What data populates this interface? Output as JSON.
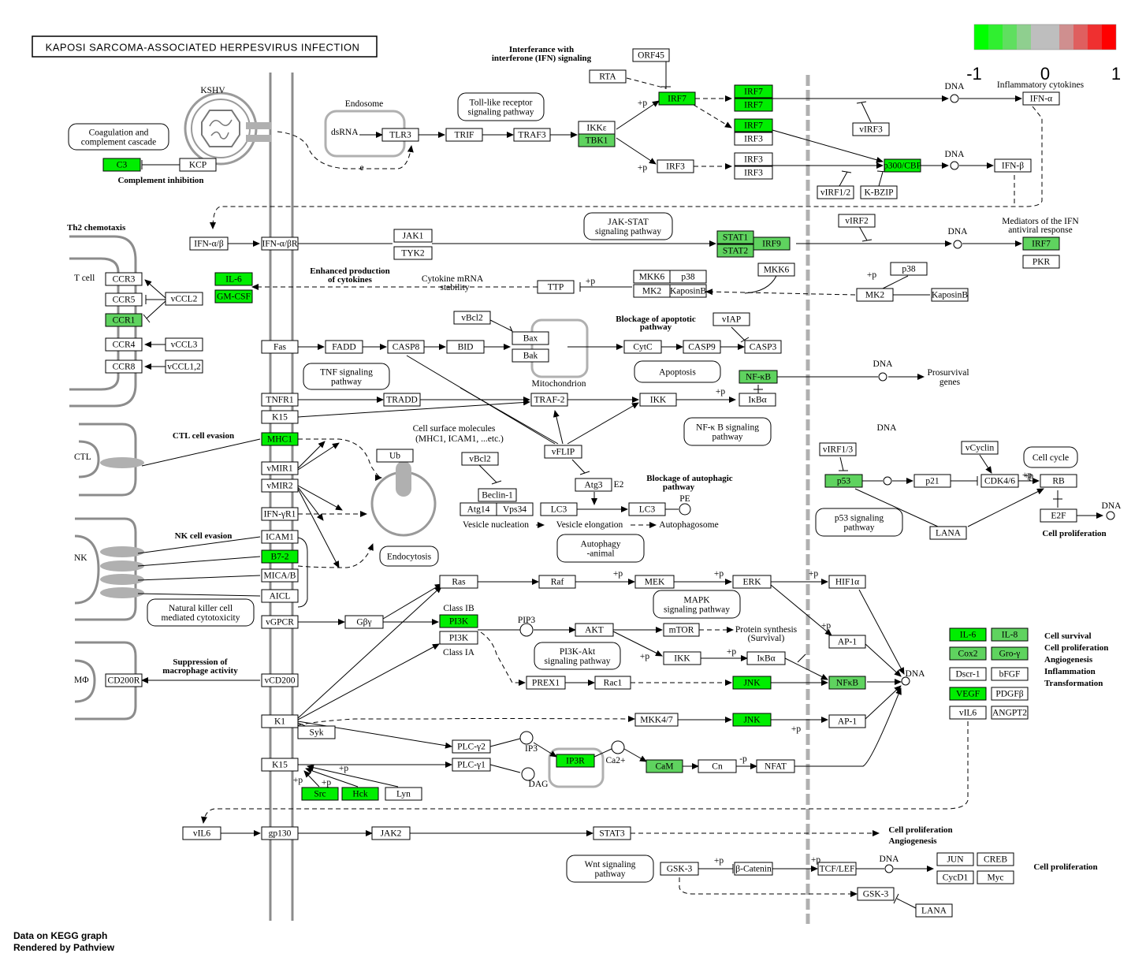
{
  "title": "KAPOSI SARCOMA-ASSOCIATED HERPESVIRUS INFECTION",
  "footer": [
    "Data on KEGG graph",
    "Rendered by Pathview"
  ],
  "legend": {
    "colors": [
      "#00ff00",
      "#30ef30",
      "#5fdf5f",
      "#8fcf8f",
      "#bebebe",
      "#bebebe",
      "#cf8f8f",
      "#df5f5f",
      "#ef3030",
      "#ff0000"
    ],
    "ticks": [
      "-1",
      "0",
      "1"
    ]
  },
  "genes": [
    {
      "id": "g-c3",
      "label": "C3",
      "c": "hi"
    },
    {
      "id": "g-kcp",
      "label": "KCP"
    },
    {
      "id": "g-tlr3",
      "label": "TLR3"
    },
    {
      "id": "g-trif",
      "label": "TRIF"
    },
    {
      "id": "g-traf3",
      "label": "TRAF3"
    },
    {
      "id": "g-ikke",
      "label": "IKKε"
    },
    {
      "id": "g-tbk1",
      "label": "TBK1",
      "c": "mid"
    },
    {
      "id": "g-orf45",
      "label": "ORF45"
    },
    {
      "id": "g-rta",
      "label": "RTA"
    },
    {
      "id": "g-irf7a",
      "label": "IRF7",
      "c": "hi"
    },
    {
      "id": "g-irf7b",
      "label": "IRF7",
      "c": "hi"
    },
    {
      "id": "g-irf7c",
      "label": "IRF7",
      "c": "hi"
    },
    {
      "id": "g-irf7d",
      "label": "IRF7",
      "c": "hi"
    },
    {
      "id": "g-irf3a",
      "label": "IRF3"
    },
    {
      "id": "g-irf3b",
      "label": "IRF3"
    },
    {
      "id": "g-irf3c",
      "label": "IRF3"
    },
    {
      "id": "g-irf3d",
      "label": "IRF3"
    },
    {
      "id": "g-virf3",
      "label": "vIRF3"
    },
    {
      "id": "g-p300",
      "label": "p300/CBP",
      "c": "hi"
    },
    {
      "id": "g-virf12",
      "label": "vIRF1/2"
    },
    {
      "id": "g-kbzip",
      "label": "K-BZIP"
    },
    {
      "id": "g-ifna",
      "label": "IFN-α"
    },
    {
      "id": "g-ifnb",
      "label": "IFN-β"
    },
    {
      "id": "g-ifnab",
      "label": "IFN-α/β"
    },
    {
      "id": "g-ifnabr",
      "label": "IFN-α/βR"
    },
    {
      "id": "g-jak1",
      "label": "JAK1"
    },
    {
      "id": "g-tyk2",
      "label": "TYK2"
    },
    {
      "id": "g-stat1",
      "label": "STAT1",
      "c": "mid"
    },
    {
      "id": "g-stat2",
      "label": "STAT2",
      "c": "mid"
    },
    {
      "id": "g-irf9",
      "label": "IRF9",
      "c": "mid"
    },
    {
      "id": "g-virf2",
      "label": "vIRF2"
    },
    {
      "id": "g-irf7e",
      "label": "IRF7",
      "c": "mid"
    },
    {
      "id": "g-pkr",
      "label": "PKR"
    },
    {
      "id": "g-ccr3",
      "label": "CCR3"
    },
    {
      "id": "g-ccr5",
      "label": "CCR5"
    },
    {
      "id": "g-ccr1",
      "label": "CCR1",
      "c": "mid"
    },
    {
      "id": "g-ccr4",
      "label": "CCR4"
    },
    {
      "id": "g-ccr8",
      "label": "CCR8"
    },
    {
      "id": "g-vccl2",
      "label": "vCCL2"
    },
    {
      "id": "g-vccl3",
      "label": "vCCL3"
    },
    {
      "id": "g-vccl12",
      "label": "vCCL1,2"
    },
    {
      "id": "g-il6a",
      "label": "IL-6",
      "c": "hi"
    },
    {
      "id": "g-gmcsf",
      "label": "GM-CSF",
      "c": "hi"
    },
    {
      "id": "g-ttp",
      "label": "TTP"
    },
    {
      "id": "g-mkk6a",
      "label": "MKK6"
    },
    {
      "id": "g-p38a",
      "label": "p38"
    },
    {
      "id": "g-mk2a",
      "label": "MK2"
    },
    {
      "id": "g-kapa",
      "label": "KaposinB"
    },
    {
      "id": "g-mkk6b",
      "label": "MKK6"
    },
    {
      "id": "g-p38b",
      "label": "p38"
    },
    {
      "id": "g-mk2b",
      "label": "MK2"
    },
    {
      "id": "g-kapb",
      "label": "KaposinB"
    },
    {
      "id": "g-fas",
      "label": "Fas"
    },
    {
      "id": "g-fadd",
      "label": "FADD"
    },
    {
      "id": "g-casp8",
      "label": "CASP8"
    },
    {
      "id": "g-bid",
      "label": "BID"
    },
    {
      "id": "g-vbcl2a",
      "label": "vBcl2"
    },
    {
      "id": "g-bax",
      "label": "Bax"
    },
    {
      "id": "g-bak",
      "label": "Bak"
    },
    {
      "id": "g-cytc",
      "label": "CytC"
    },
    {
      "id": "g-casp9",
      "label": "CASP9"
    },
    {
      "id": "g-casp3",
      "label": "CASP3"
    },
    {
      "id": "g-viap",
      "label": "vIAP"
    },
    {
      "id": "g-nfkba",
      "label": "NF-κB",
      "c": "mid"
    },
    {
      "id": "g-ikba",
      "label": "IκBα"
    },
    {
      "id": "g-tnfr1",
      "label": "TNFR1"
    },
    {
      "id": "g-k15a",
      "label": "K15"
    },
    {
      "id": "g-tradd",
      "label": "TRADD"
    },
    {
      "id": "g-traf2",
      "label": "TRAF-2"
    },
    {
      "id": "g-ikka",
      "label": "IKK"
    },
    {
      "id": "g-mhc1",
      "label": "MHC1",
      "c": "hi"
    },
    {
      "id": "g-vmir1",
      "label": "vMIR1"
    },
    {
      "id": "g-vmir2",
      "label": "vMIR2"
    },
    {
      "id": "g-ifngr1",
      "label": "IFN-γR1"
    },
    {
      "id": "g-icam1",
      "label": "ICAM1"
    },
    {
      "id": "g-b72",
      "label": "B7-2",
      "c": "hi"
    },
    {
      "id": "g-mica",
      "label": "MICA/B"
    },
    {
      "id": "g-aicl",
      "label": "AICL"
    },
    {
      "id": "g-ub",
      "label": "Ub"
    },
    {
      "id": "g-vflip",
      "label": "vFLIP"
    },
    {
      "id": "g-vbcl2b",
      "label": "vBcl2"
    },
    {
      "id": "g-beclin",
      "label": "Beclin-1"
    },
    {
      "id": "g-atg14",
      "label": "Atg14"
    },
    {
      "id": "g-vps34",
      "label": "Vps34"
    },
    {
      "id": "g-atg3",
      "label": "Atg3"
    },
    {
      "id": "g-lc3a",
      "label": "LC3"
    },
    {
      "id": "g-lc3b",
      "label": "LC3"
    },
    {
      "id": "g-virf13",
      "label": "vIRF1/3"
    },
    {
      "id": "g-p53",
      "label": "p53",
      "c": "mid"
    },
    {
      "id": "g-p21",
      "label": "p21"
    },
    {
      "id": "g-vcyclin",
      "label": "vCyclin"
    },
    {
      "id": "g-cdk46",
      "label": "CDK4/6"
    },
    {
      "id": "g-rb",
      "label": "RB"
    },
    {
      "id": "g-e2f",
      "label": "E2F"
    },
    {
      "id": "g-lana1",
      "label": "LANA"
    },
    {
      "id": "g-vgpcr",
      "label": "vGPCR"
    },
    {
      "id": "g-gby",
      "label": "Gβγ"
    },
    {
      "id": "g-ras",
      "label": "Ras"
    },
    {
      "id": "g-raf",
      "label": "Raf"
    },
    {
      "id": "g-mek",
      "label": "MEK"
    },
    {
      "id": "g-erk",
      "label": "ERK"
    },
    {
      "id": "g-hif1a",
      "label": "HIF1α"
    },
    {
      "id": "g-pi3ka",
      "label": "PI3K",
      "c": "hi"
    },
    {
      "id": "g-pi3kb",
      "label": "PI3K"
    },
    {
      "id": "g-akt",
      "label": "AKT"
    },
    {
      "id": "g-mtor",
      "label": "mTOR"
    },
    {
      "id": "g-ikkb",
      "label": "IKK"
    },
    {
      "id": "g-ikbab",
      "label": "IκBα"
    },
    {
      "id": "g-ap1a",
      "label": "AP-1"
    },
    {
      "id": "g-prex1",
      "label": "PREX1"
    },
    {
      "id": "g-rac1",
      "label": "Rac1"
    },
    {
      "id": "g-jnka",
      "label": "JNK",
      "c": "hi"
    },
    {
      "id": "g-nfkbb",
      "label": "NFκB",
      "c": "mid"
    },
    {
      "id": "g-cd200r",
      "label": "CD200R"
    },
    {
      "id": "g-vcd200",
      "label": "vCD200"
    },
    {
      "id": "g-k1",
      "label": "K1"
    },
    {
      "id": "g-syk",
      "label": "Syk"
    },
    {
      "id": "g-mkk47",
      "label": "MKK4/7"
    },
    {
      "id": "g-jnkb",
      "label": "JNK",
      "c": "hi"
    },
    {
      "id": "g-ap1b",
      "label": "AP-1"
    },
    {
      "id": "g-k15b",
      "label": "K15"
    },
    {
      "id": "g-plcg2",
      "label": "PLC-γ2"
    },
    {
      "id": "g-plcg1",
      "label": "PLC-γ1"
    },
    {
      "id": "g-ip3r",
      "label": "IP3R",
      "c": "hi"
    },
    {
      "id": "g-cam",
      "label": "CaM",
      "c": "mid"
    },
    {
      "id": "g-cn",
      "label": "Cn"
    },
    {
      "id": "g-nfat",
      "label": "NFAT"
    },
    {
      "id": "g-src",
      "label": "Src",
      "c": "hi"
    },
    {
      "id": "g-hck",
      "label": "Hck",
      "c": "hi"
    },
    {
      "id": "g-lyn",
      "label": "Lyn"
    },
    {
      "id": "g-il6b",
      "label": "IL-6",
      "c": "hi"
    },
    {
      "id": "g-il8",
      "label": "IL-8",
      "c": "mid"
    },
    {
      "id": "g-cox2",
      "label": "Cox2",
      "c": "mid"
    },
    {
      "id": "g-groy",
      "label": "Gro-γ",
      "c": "mid"
    },
    {
      "id": "g-dscr1",
      "label": "Dscr-1"
    },
    {
      "id": "g-bfgf",
      "label": "bFGF"
    },
    {
      "id": "g-vegf",
      "label": "VEGF",
      "c": "hi"
    },
    {
      "id": "g-pdgfb",
      "label": "PDGFβ"
    },
    {
      "id": "g-vil6a",
      "label": "vIL6"
    },
    {
      "id": "g-angpt2",
      "label": "ANGPT2"
    },
    {
      "id": "g-vil6b",
      "label": "vIL6"
    },
    {
      "id": "g-gp130",
      "label": "gp130"
    },
    {
      "id": "g-jak2",
      "label": "JAK2"
    },
    {
      "id": "g-stat3",
      "label": "STAT3"
    },
    {
      "id": "g-gsk3a",
      "label": "GSK-3"
    },
    {
      "id": "g-bcat",
      "label": "β-Catenin"
    },
    {
      "id": "g-tcf",
      "label": "TCF/LEF"
    },
    {
      "id": "g-jun",
      "label": "JUN"
    },
    {
      "id": "g-creb",
      "label": "CREB"
    },
    {
      "id": "g-cycd1",
      "label": "CycD1"
    },
    {
      "id": "g-myc",
      "label": "Myc"
    },
    {
      "id": "g-gsk3b",
      "label": "GSK-3"
    },
    {
      "id": "g-lana2",
      "label": "LANA"
    }
  ],
  "pathways": [
    {
      "id": "p-coag",
      "lines": [
        "Coagulation and",
        "complement cascade"
      ]
    },
    {
      "id": "p-tlr",
      "lines": [
        "Toll-like receptor",
        "signaling pathway"
      ]
    },
    {
      "id": "p-jak",
      "lines": [
        "JAK-STAT",
        "signaling pathway"
      ]
    },
    {
      "id": "p-tnf",
      "lines": [
        "TNF signaling",
        "pathway"
      ]
    },
    {
      "id": "p-apop",
      "lines": [
        "Apoptosis"
      ]
    },
    {
      "id": "p-nfkb",
      "lines": [
        "NF-κ B signaling",
        "pathway"
      ]
    },
    {
      "id": "p-cellcycle",
      "lines": [
        "Cell cycle"
      ]
    },
    {
      "id": "p-p53",
      "lines": [
        "p53 signaling",
        "pathway"
      ]
    },
    {
      "id": "p-autophagy",
      "lines": [
        "Autophagy",
        "-animal"
      ]
    },
    {
      "id": "p-endocytosis",
      "lines": [
        "Endocytosis"
      ]
    },
    {
      "id": "p-nk",
      "lines": [
        "Natural killer cell",
        "mediated cytotoxicity"
      ]
    },
    {
      "id": "p-mapk",
      "lines": [
        "MAPK",
        "signaling pathway"
      ]
    },
    {
      "id": "p-pi3k",
      "lines": [
        "PI3K-Akt",
        "signaling pathway"
      ]
    },
    {
      "id": "p-wnt",
      "lines": [
        "Wnt signaling",
        "pathway"
      ]
    }
  ],
  "labels": [
    {
      "id": "l-kshv",
      "text": "KSHV"
    },
    {
      "id": "l-endosome",
      "text": "Endosome"
    },
    {
      "id": "l-dsrna",
      "text": "dsRNA"
    },
    {
      "id": "l-e",
      "text": "e"
    },
    {
      "id": "l-th2",
      "text": "Th2 chemotaxis",
      "b": true
    },
    {
      "id": "l-tcell",
      "text": "T cell"
    },
    {
      "id": "l-ctl",
      "text": "CTL"
    },
    {
      "id": "l-nk",
      "text": "NK"
    },
    {
      "id": "l-mphi",
      "text": "MΦ"
    },
    {
      "id": "l-interf1",
      "text": "Interferance with",
      "b": true
    },
    {
      "id": "l-interf2",
      "text": "interferone (IFN) signaling",
      "b": true
    },
    {
      "id": "l-dna1",
      "text": "DNA"
    },
    {
      "id": "l-dna2",
      "text": "DNA"
    },
    {
      "id": "l-dna3",
      "text": "DNA"
    },
    {
      "id": "l-dna4",
      "text": "DNA"
    },
    {
      "id": "l-dna5",
      "text": "DNA"
    },
    {
      "id": "l-dna6",
      "text": "DNA"
    },
    {
      "id": "l-dna7",
      "text": "DNA"
    },
    {
      "id": "l-dna8",
      "text": "DNA"
    },
    {
      "id": "l-inflam",
      "text": "Inflammatory cytokines"
    },
    {
      "id": "l-mediators1",
      "text": "Mediators of the IFN"
    },
    {
      "id": "l-mediators2",
      "text": "antiviral response"
    },
    {
      "id": "l-complinh",
      "text": "Complement inhibition",
      "b": true
    },
    {
      "id": "l-enhprod1",
      "text": "Enhanced production",
      "b": true
    },
    {
      "id": "l-enhprod2",
      "text": "of cytokines",
      "b": true
    },
    {
      "id": "l-mrna1",
      "text": "Cytokine mRNA"
    },
    {
      "id": "l-mrna2",
      "text": "stability"
    },
    {
      "id": "l-blockapop1",
      "text": "Blockage of apoptotic",
      "b": true
    },
    {
      "id": "l-blockapop2",
      "text": "pathway",
      "b": true
    },
    {
      "id": "l-mito",
      "text": "Mitochondrion"
    },
    {
      "id": "l-prosurv1",
      "text": "Prosurvival"
    },
    {
      "id": "l-prosurv2",
      "text": "genes"
    },
    {
      "id": "l-ctlev",
      "text": "CTL cell evasion",
      "b": true
    },
    {
      "id": "l-csm1",
      "text": "Cell surface molecules"
    },
    {
      "id": "l-csm2",
      "text": "(MHC1, ICAM1, ...etc.)"
    },
    {
      "id": "l-e2",
      "text": "E2"
    },
    {
      "id": "l-blockauto1",
      "text": "Blockage of autophagic",
      "b": true
    },
    {
      "id": "l-blockauto2",
      "text": "pathway",
      "b": true
    },
    {
      "id": "l-pe",
      "text": "PE"
    },
    {
      "id": "l-vesnuc",
      "text": "Vesicle nucleation"
    },
    {
      "id": "l-veselon",
      "text": "Vesicle elongation"
    },
    {
      "id": "l-autophagosome",
      "text": "Autophagosome"
    },
    {
      "id": "l-nkev",
      "text": "NK cell evasion",
      "b": true
    },
    {
      "id": "l-cellprol1",
      "text": "Cell proliferation",
      "b": true
    },
    {
      "id": "l-classib",
      "text": "Class IB"
    },
    {
      "id": "l-classia",
      "text": "Class IA"
    },
    {
      "id": "l-pip3",
      "text": "PIP3"
    },
    {
      "id": "l-protsyn1",
      "text": "Protein synthesis"
    },
    {
      "id": "l-protsyn2",
      "text": "(Survival)"
    },
    {
      "id": "l-supp1",
      "text": "Suppression of",
      "b": true
    },
    {
      "id": "l-supp2",
      "text": "macrophage activity",
      "b": true
    },
    {
      "id": "l-ip3",
      "text": "IP3"
    },
    {
      "id": "l-dag",
      "text": "DAG"
    },
    {
      "id": "l-ca",
      "text": "Ca2+"
    },
    {
      "id": "l-cs1",
      "text": "Cell survival",
      "b": true
    },
    {
      "id": "l-cs2",
      "text": "Cell proliferation",
      "b": true
    },
    {
      "id": "l-cs3",
      "text": "Angiogenesis",
      "b": true
    },
    {
      "id": "l-cs4",
      "text": "Inflammation",
      "b": true
    },
    {
      "id": "l-cs5",
      "text": "Transformation",
      "b": true
    },
    {
      "id": "l-cellprol2",
      "text": "Cell proliferation",
      "b": true
    },
    {
      "id": "l-angio2",
      "text": "Angiogenesis",
      "b": true
    },
    {
      "id": "l-cellprol3",
      "text": "Cell proliferation",
      "b": true
    },
    {
      "id": "l-p1",
      "text": "+p"
    },
    {
      "id": "l-p2",
      "text": "+p"
    },
    {
      "id": "l-p3",
      "text": "+p"
    },
    {
      "id": "l-p4",
      "text": "+p"
    },
    {
      "id": "l-p5",
      "text": "+p"
    },
    {
      "id": "l-p6",
      "text": "+p"
    },
    {
      "id": "l-p7",
      "text": "+p"
    },
    {
      "id": "l-p8",
      "text": "+p"
    },
    {
      "id": "l-p9",
      "text": "+p"
    },
    {
      "id": "l-p10",
      "text": "+p"
    },
    {
      "id": "l-p11",
      "text": "+p"
    },
    {
      "id": "l-p12",
      "text": "+p"
    },
    {
      "id": "l-p13",
      "text": "+p"
    },
    {
      "id": "l-p14",
      "text": "+p"
    },
    {
      "id": "l-p15",
      "text": "+p"
    },
    {
      "id": "l-p16",
      "text": "+p"
    },
    {
      "id": "l-p17",
      "text": "+p"
    },
    {
      "id": "l-p18",
      "text": "+p"
    },
    {
      "id": "l-p19",
      "text": "+p"
    },
    {
      "id": "l-mp",
      "text": "-p"
    }
  ]
}
